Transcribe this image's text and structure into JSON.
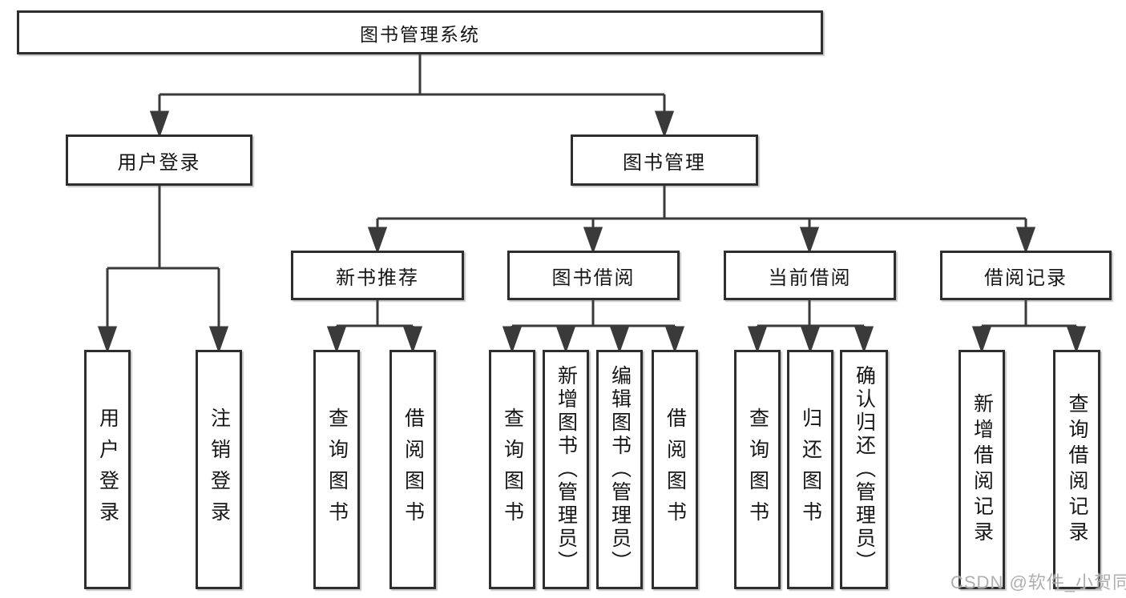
{
  "diagram": {
    "type": "hierarchy",
    "background_color": "#ffffff",
    "line_color": "#3a3a3a",
    "box_border_color": "#2e2e2e",
    "text_color": "#161616",
    "watermark": "CSDN @软件_小贺同学",
    "watermark_color": "#a8a8a8",
    "nodes": {
      "root": "图书管理系统",
      "user_login": "用户登录",
      "book_management": "图书管理",
      "new_book_recommend": "新书推荐",
      "book_borrow": "图书借阅",
      "current_borrow": "当前借阅",
      "borrow_records": "借阅记录",
      "leaf_user_login": "用户登录",
      "leaf_logout": "注销登录",
      "leaf_rec_query_books": "查询图书",
      "leaf_rec_borrow_books": "借阅图书",
      "leaf_bor_query_books": "查询图书",
      "leaf_bor_add_books": "新增图书（管理员）",
      "leaf_bor_edit_books": "编辑图书（管理员）",
      "leaf_bor_borrow_books": "借阅图书",
      "leaf_cur_query_books": "查询图书",
      "leaf_cur_return_books": "归还图书",
      "leaf_cur_confirm_return": "确认归还（管理员）",
      "leaf_records_add": "新增借阅记录",
      "leaf_records_query": "查询借阅记录"
    },
    "edges": [
      {
        "parent": "root",
        "children": [
          "user_login",
          "book_management"
        ]
      },
      {
        "parent": "user_login",
        "children": [
          "leaf_user_login",
          "leaf_logout"
        ]
      },
      {
        "parent": "book_management",
        "children": [
          "new_book_recommend",
          "book_borrow",
          "current_borrow",
          "borrow_records"
        ]
      },
      {
        "parent": "new_book_recommend",
        "children": [
          "leaf_rec_query_books",
          "leaf_rec_borrow_books"
        ]
      },
      {
        "parent": "book_borrow",
        "children": [
          "leaf_bor_query_books",
          "leaf_bor_add_books",
          "leaf_bor_edit_books",
          "leaf_bor_borrow_books"
        ]
      },
      {
        "parent": "current_borrow",
        "children": [
          "leaf_cur_query_books",
          "leaf_cur_return_books",
          "leaf_cur_confirm_return"
        ]
      },
      {
        "parent": "borrow_records",
        "children": [
          "leaf_records_add",
          "leaf_records_query"
        ]
      }
    ]
  }
}
